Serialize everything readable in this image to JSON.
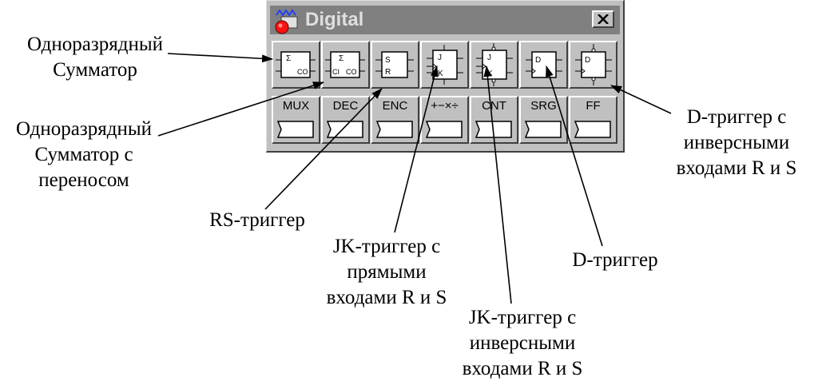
{
  "window": {
    "title": "Digital",
    "close_label": "✕"
  },
  "palette": {
    "row1": [
      {
        "id": "half-adder",
        "icon": "half-adder-icon",
        "pins": [
          "Σ",
          "CO"
        ]
      },
      {
        "id": "full-adder",
        "icon": "full-adder-icon",
        "pins": [
          "Σ",
          "CI",
          "CO"
        ]
      },
      {
        "id": "rs-flipflop",
        "icon": "rs-flipflop-icon",
        "pins": [
          "S",
          "R"
        ]
      },
      {
        "id": "jk-direct",
        "icon": "jk-flipflop-direct-icon",
        "pins": [
          "J",
          "K"
        ]
      },
      {
        "id": "jk-inverse",
        "icon": "jk-flipflop-inverse-icon",
        "pins": [
          "J",
          "K"
        ]
      },
      {
        "id": "d-flipflop",
        "icon": "d-flipflop-icon",
        "pins": [
          "D"
        ]
      },
      {
        "id": "d-inverse",
        "icon": "d-flipflop-inverse-icon",
        "pins": [
          "D"
        ]
      }
    ],
    "row2": [
      "MUX",
      "DEC",
      "ENC",
      "+−×÷",
      "CNT",
      "SRG",
      "FF"
    ]
  },
  "annotations": {
    "half_adder": [
      "Одноразрядный",
      "Сумматор"
    ],
    "full_adder": [
      "Одноразрядный",
      "Сумматор с",
      "переносом"
    ],
    "rs_trigger": [
      "RS-триггер"
    ],
    "jk_direct": [
      "JK-триггер с",
      "прямыми",
      "входами R и S"
    ],
    "jk_inverse": [
      "JK-триггер с",
      "инверсными",
      "входами R и S"
    ],
    "d_trigger": [
      "D-триггер"
    ],
    "d_inverse": [
      "D-триггер с",
      "инверсными",
      "входами R и S"
    ]
  },
  "colors": {
    "window_bg": "#c0c0c0",
    "titlebar_bg": "#808080",
    "title_text": "#dfdfdf",
    "text": "#000000"
  }
}
